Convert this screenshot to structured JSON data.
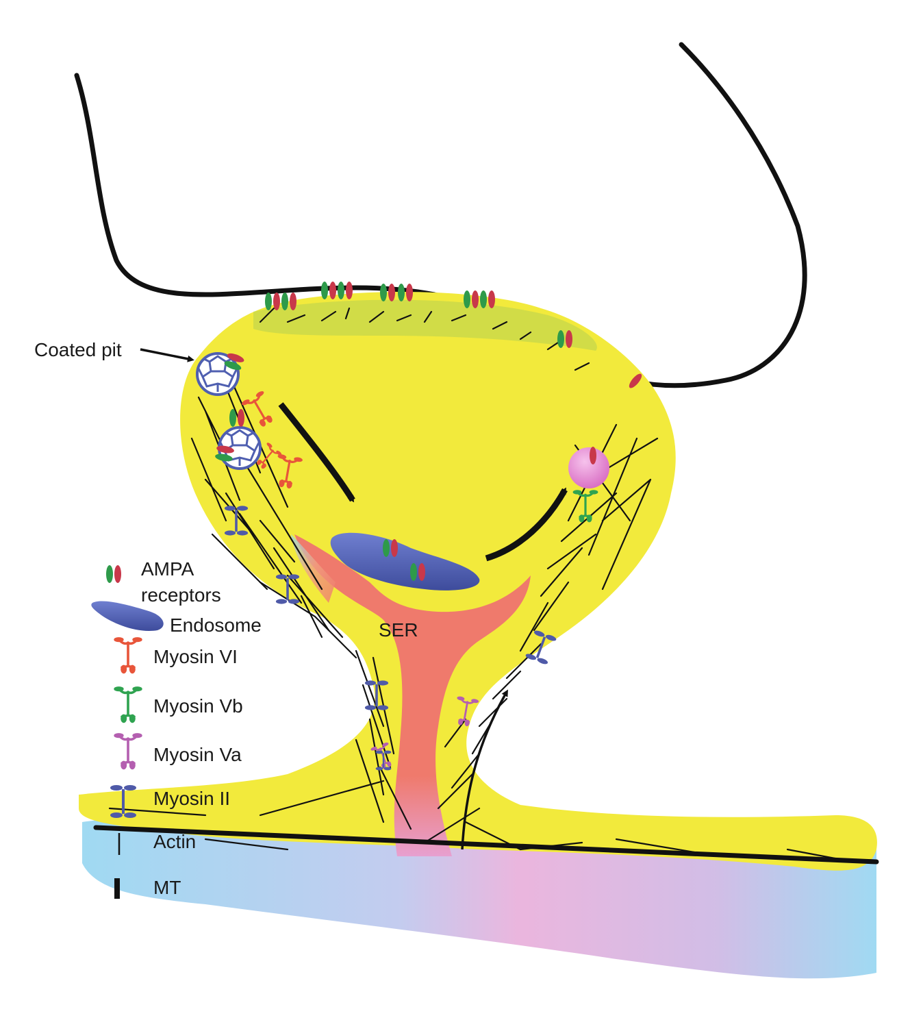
{
  "labels": {
    "coated_pit": "Coated pit",
    "ser": "SER"
  },
  "legend": {
    "ampa": "AMPA",
    "receptors": "receptors",
    "endosome": "Endosome",
    "myosin_vi": "Myosin VI",
    "myosin_vb": "Myosin Vb",
    "myosin_va": "Myosin Va",
    "myosin_ii": "Myosin II",
    "actin": "Actin",
    "mt": "MT"
  },
  "colors": {
    "cytoplasm": "#f2ea3c",
    "psd": "#c8d84a",
    "ser": "#ef7a6c",
    "endosome": "#4f5fb0",
    "receptor_green": "#2e9a4a",
    "receptor_red": "#c8384a",
    "myosin_vi": "#e8553a",
    "myosin_vb": "#2fa350",
    "myosin_va": "#b45fb0",
    "myosin_ii": "#4f5aa8",
    "vesicle": "#e98bcf",
    "membrane": "#111111"
  },
  "icons": {
    "coated_vesicle": "clathrin-cage-icon",
    "recycling_vesicle": "vesicle-icon"
  }
}
